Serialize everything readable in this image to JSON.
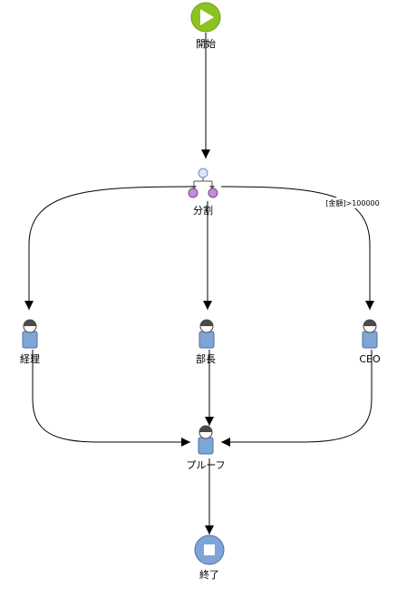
{
  "workflow": {
    "start": {
      "label": "開始"
    },
    "split": {
      "label": "分割"
    },
    "condition_label": "[金額]>100000",
    "tasks": [
      {
        "label": "経理"
      },
      {
        "label": "部長"
      },
      {
        "label": "CEO"
      }
    ],
    "join": {
      "label": "プルーフ"
    },
    "end": {
      "label": "終了"
    }
  },
  "colors": {
    "start_fill": "#8cc320",
    "split_port": "#c58cd6",
    "split_top": "#dde6f7",
    "person_body": "#7fa4d8",
    "person_head": "#4a4a4a",
    "end_fill": "#7fa4d8"
  }
}
